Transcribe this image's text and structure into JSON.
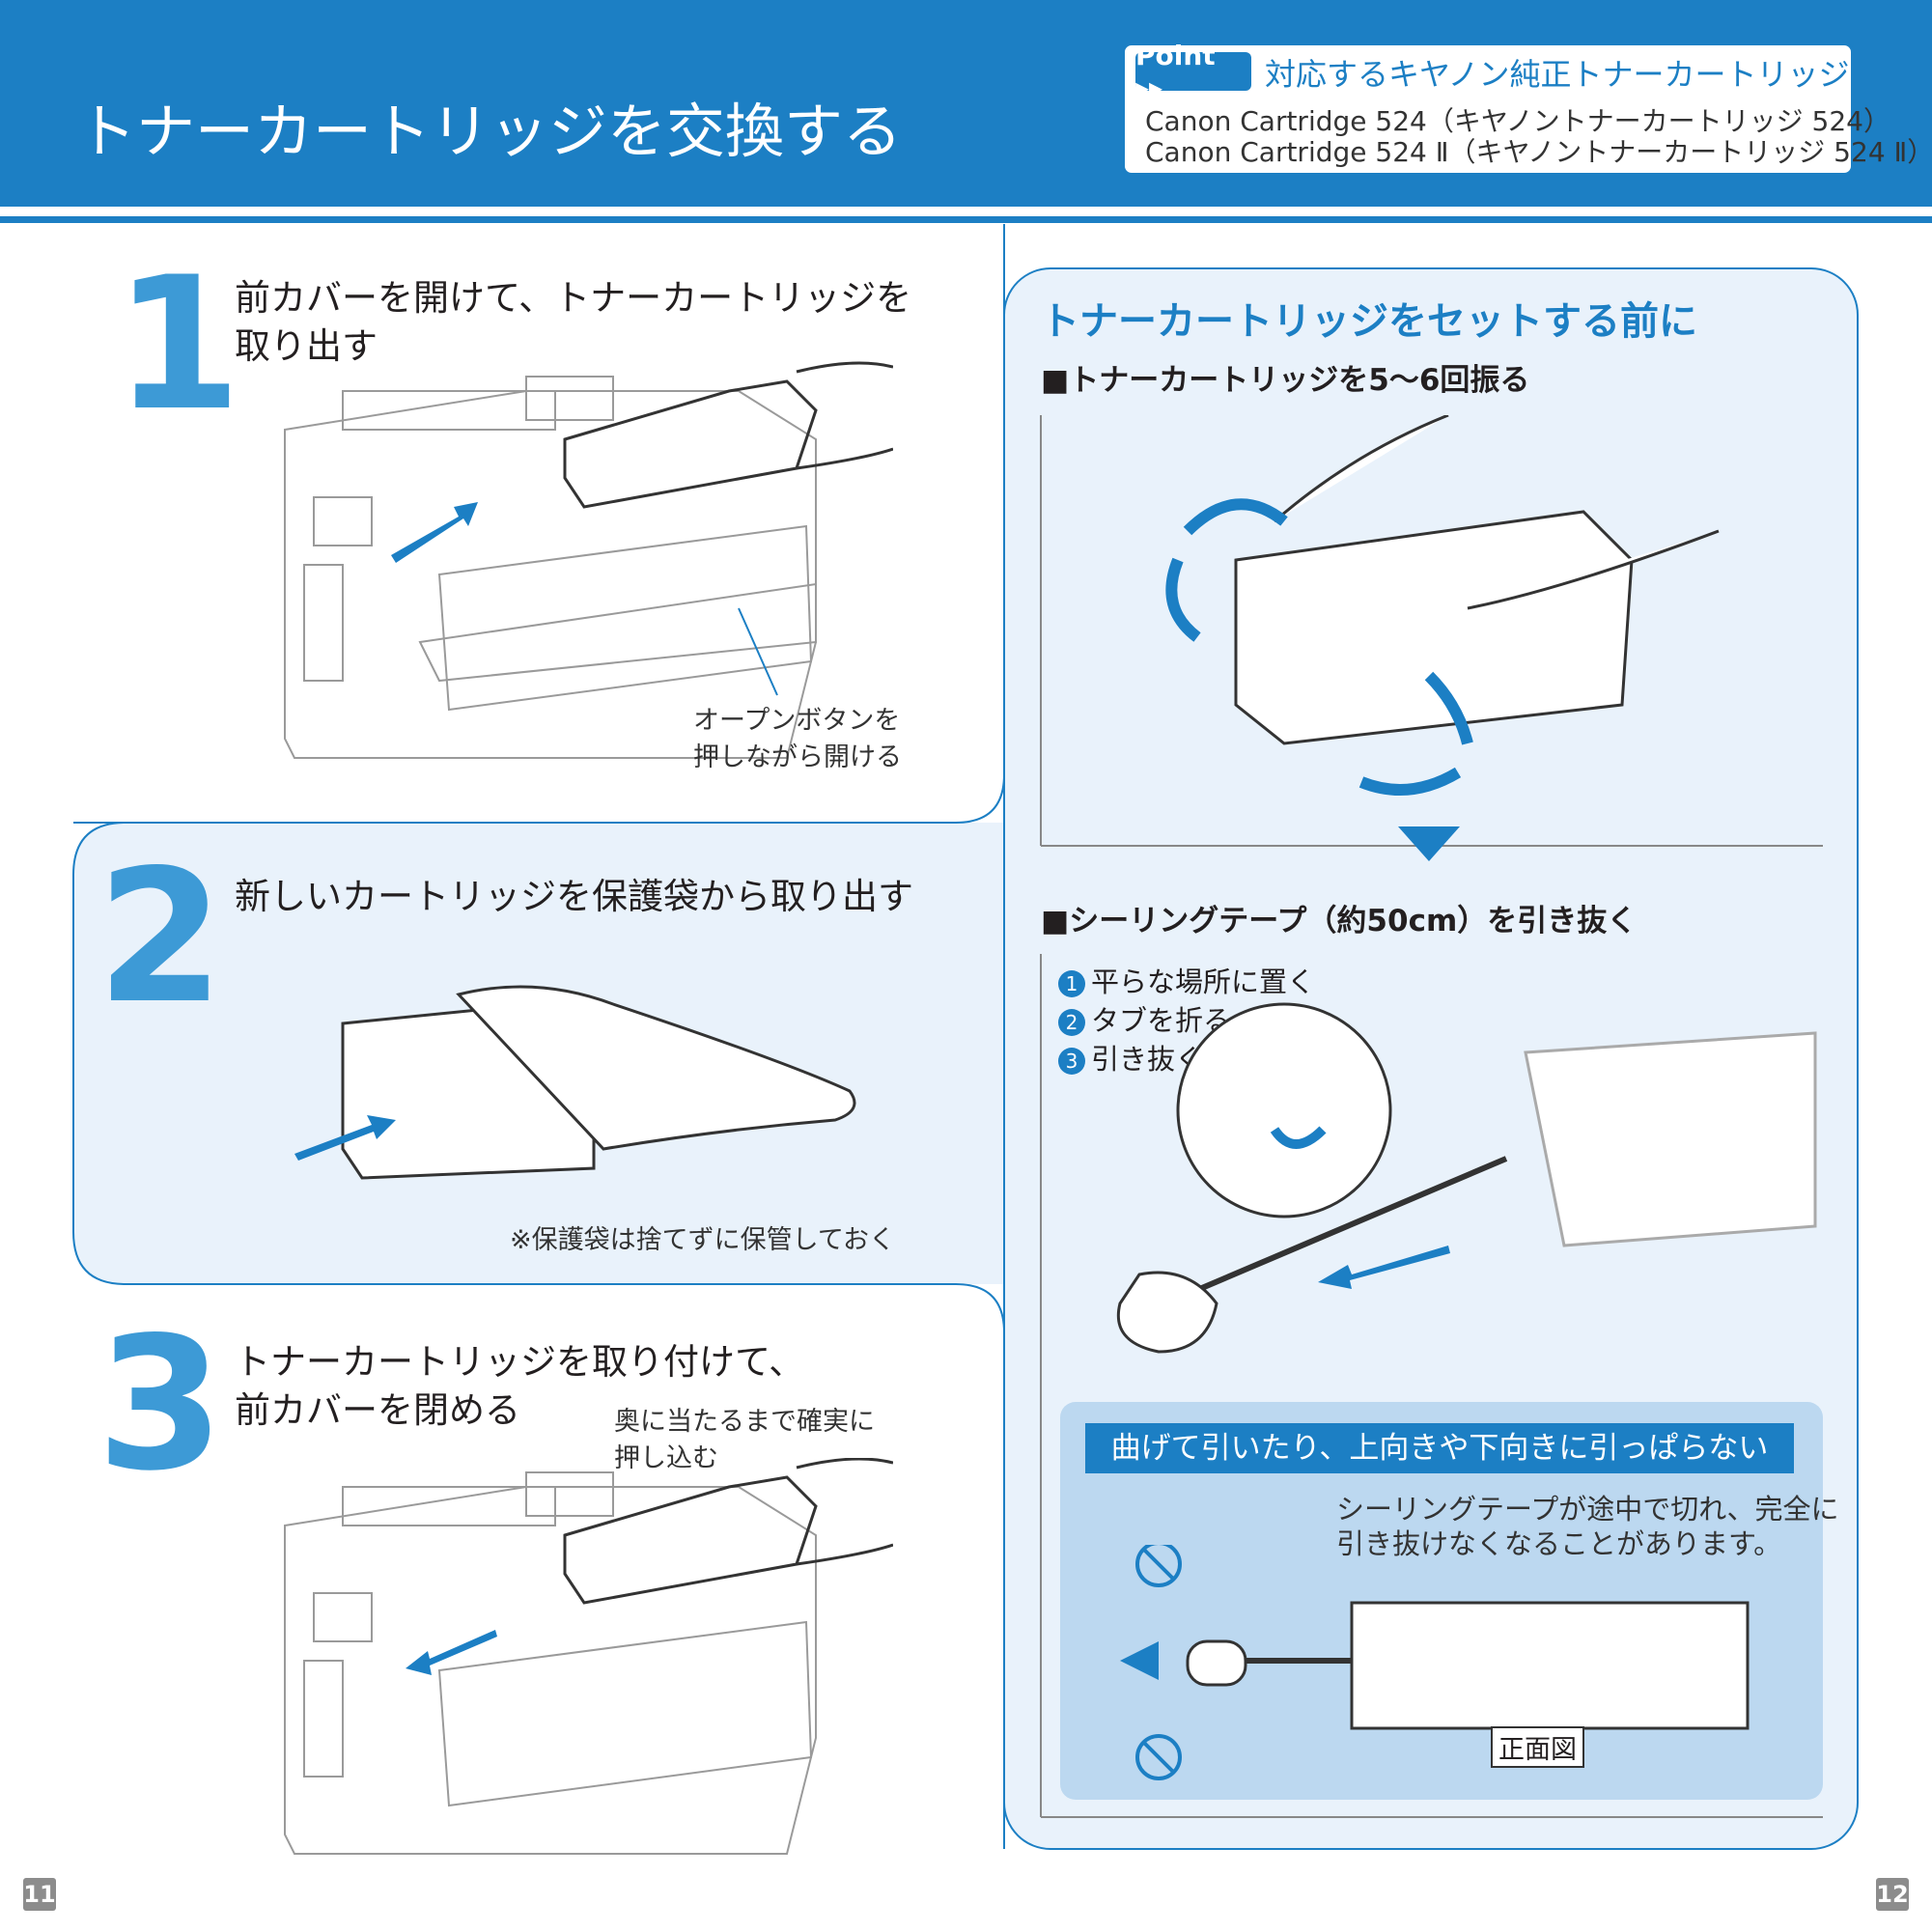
{
  "header": {
    "title": "トナーカートリッジを交換する",
    "point_badge": "Point ▸▸",
    "point_title": "対応するキヤノン純正トナーカートリッジ",
    "point_line1": "Canon Cartridge 524（キヤノントナーカートリッジ 524）",
    "point_line2": "Canon Cartridge 524 Ⅱ（キヤノントナーカートリッジ 524 Ⅱ）"
  },
  "steps": {
    "step1": {
      "number": "1",
      "line1": "前カバーを開けて、トナーカートリッジを",
      "line2": "取り出す",
      "callout_line1": "オープンボタンを",
      "callout_line2": "押しながら開ける"
    },
    "step2": {
      "number": "2",
      "line1": "新しいカートリッジを保護袋から取り出す",
      "note": "※保護袋は捨てずに保管しておく"
    },
    "step3": {
      "number": "3",
      "line1": "トナーカートリッジを取り付けて、",
      "line2": "前カバーを閉める",
      "callout_line1": "奥に当たるまで確実に",
      "callout_line2": "押し込む"
    }
  },
  "before": {
    "title": "トナーカートリッジをセットする前に",
    "shake": "■トナーカートリッジを5～6回振る",
    "tape": "■シーリングテープ（約50cm）を引き抜く",
    "items": [
      {
        "num": "1",
        "text": "平らな場所に置く"
      },
      {
        "num": "2",
        "text": "タブを折る"
      },
      {
        "num": "3",
        "text": "引き抜く"
      }
    ],
    "warning_title": "曲げて引いたり、上向きや下向きに引っぱらない",
    "warning_line1": "シーリングテープが途中で切れ、完全に",
    "warning_line2": "引き抜けなくなることがあります。",
    "front_view": "正面図"
  },
  "pages": {
    "left": "11",
    "right": "12"
  }
}
